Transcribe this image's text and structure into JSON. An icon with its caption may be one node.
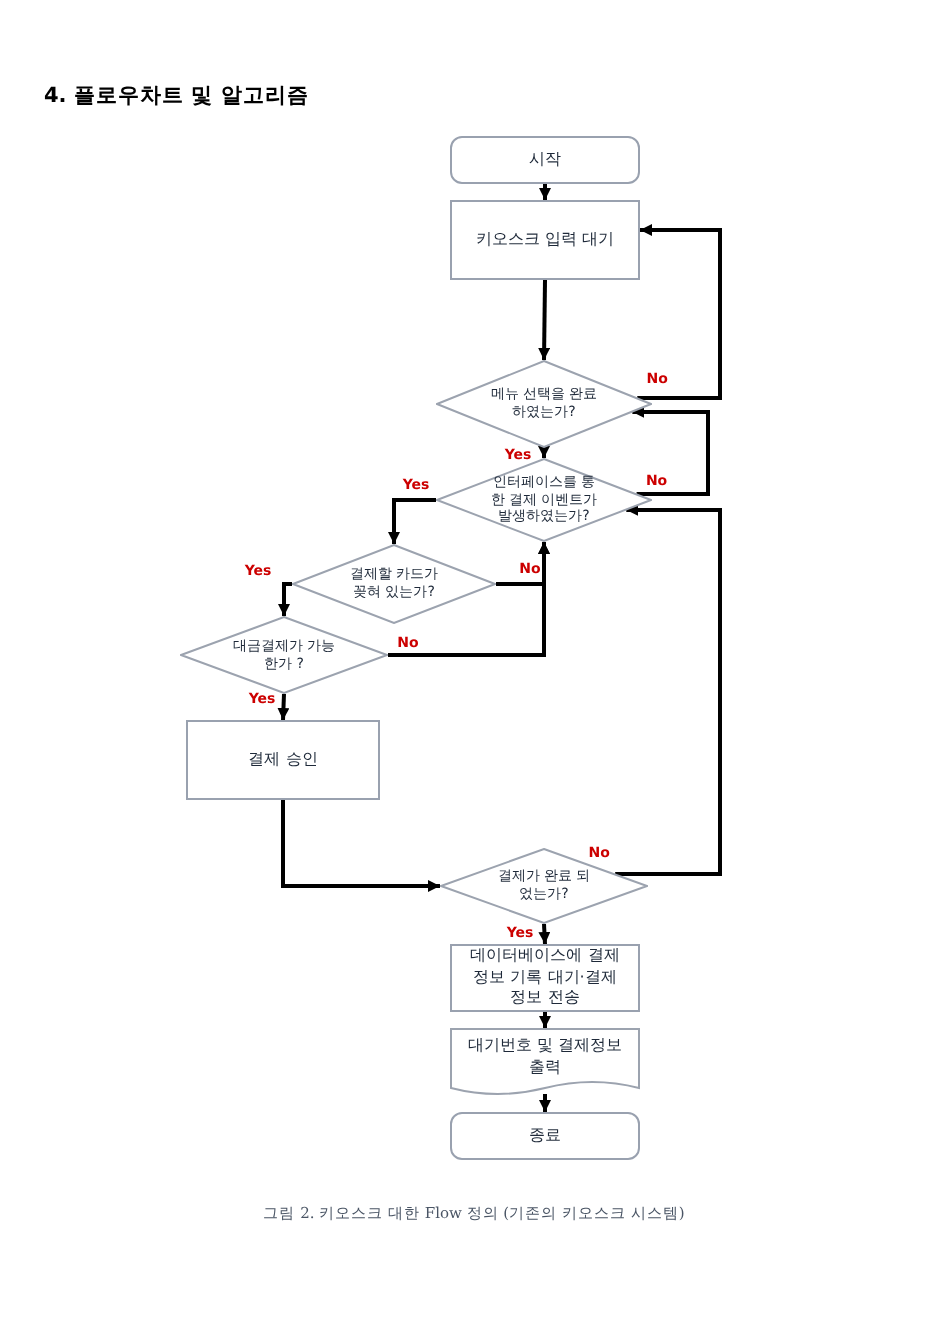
{
  "diagram": {
    "title": "4. 플로우차트 및 알고리즘",
    "caption": "그림 2. 키오스크 대한 Flow 정의 (기존의 키오스크 시스템)",
    "nodes": [
      {
        "text": [
          "시작"
        ]
      },
      {
        "text": [
          "키오스크 입력 대기"
        ]
      },
      {
        "text": [
          "메뉴 선택을 완료 하였는가?"
        ]
      },
      {
        "text": [
          "인터페이스를 통한 결제 이벤트가 발생하였는가?"
        ]
      },
      {
        "text": [
          "결제할 카드가 꽂혀 있는가?"
        ]
      },
      {
        "text": [
          "대금결제가 가능한가 ?"
        ]
      },
      {
        "text": [
          "결제 승인"
        ]
      },
      {
        "text": [
          "결제가 완료 되었는가?"
        ]
      },
      {
        "text": [
          "데이터베이스에 결제정보 기록 대기·결제정보 전송"
        ]
      },
      {
        "text": [
          "대기번호 및 결제정보 출력"
        ]
      },
      {
        "text": [
          "종료"
        ]
      }
    ],
    "edges": [
      {
        "from": 0,
        "to": 1,
        "arrow": "to"
      },
      {
        "from": 1,
        "to": 2,
        "arrow": "to"
      },
      {
        "from": 2,
        "to": 1,
        "arrow": "to",
        "label": "No"
      },
      {
        "from": 2,
        "to": 3,
        "arrow": "to",
        "label": "Yes"
      },
      {
        "from": 3,
        "to": 2,
        "arrow": "to",
        "label": "No"
      },
      {
        "from": 3,
        "to": 4,
        "arrow": "to",
        "label": "Yes"
      },
      {
        "from": 4,
        "to": 3,
        "arrow": "to",
        "label": "No"
      },
      {
        "from": 4,
        "to": 5,
        "arrow": "to",
        "label": "Yes"
      },
      {
        "from": 5,
        "to": 3,
        "arrow": "to",
        "label": "No"
      },
      {
        "from": 5,
        "to": 6,
        "arrow": "to",
        "label": "Yes"
      },
      {
        "from": 6,
        "to": 7,
        "arrow": "to"
      },
      {
        "from": 7,
        "to": 3,
        "arrow": "to",
        "label": "No"
      },
      {
        "from": 7,
        "to": 8,
        "arrow": "to",
        "label": "Yes"
      },
      {
        "from": 8,
        "to": 9,
        "arrow": "to"
      },
      {
        "from": 9,
        "to": 10,
        "arrow": "to"
      }
    ]
  }
}
